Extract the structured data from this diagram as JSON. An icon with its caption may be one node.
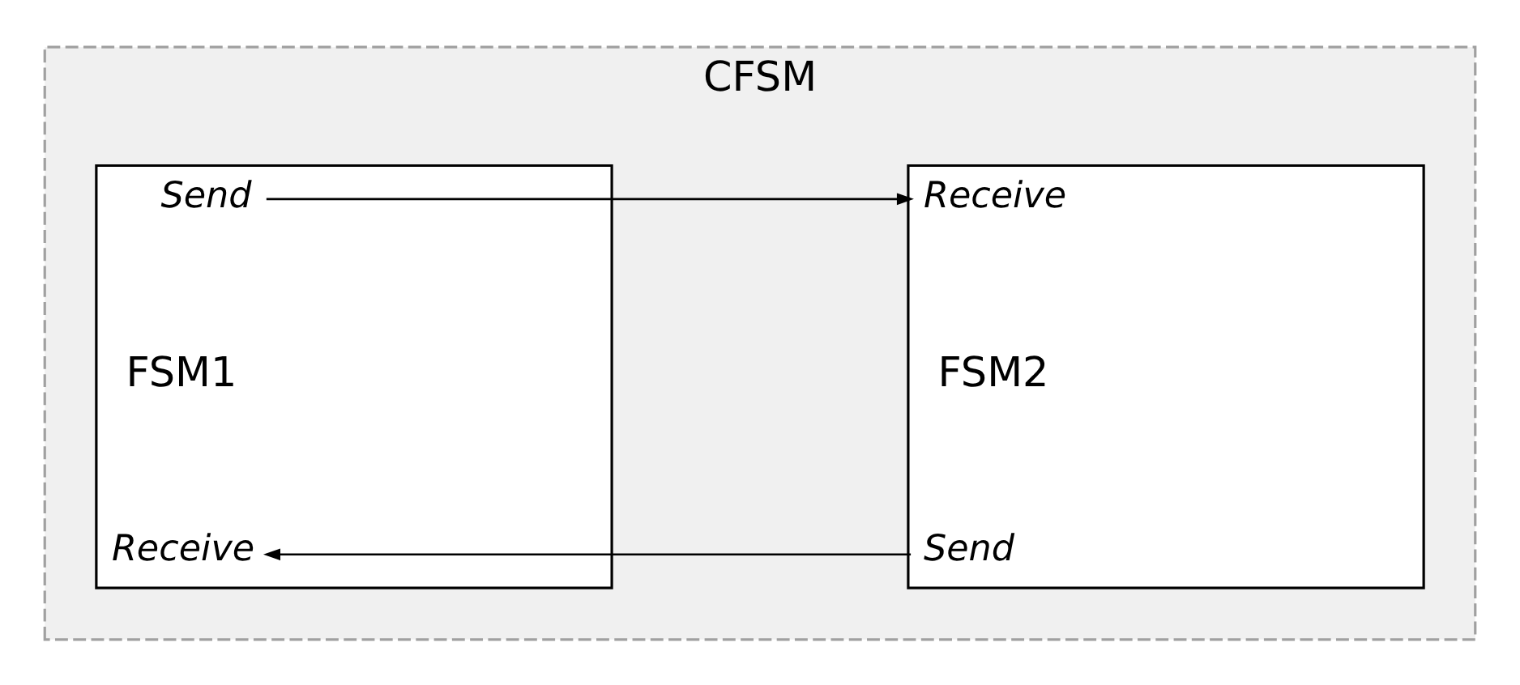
{
  "diagram": {
    "nodes": [
      {
        "text": [
          "CFSM"
        ]
      },
      {
        "text": [
          "Send",
          "FSM1",
          "Receive"
        ],
        "in": 0
      },
      {
        "text": [
          "Receive",
          "FSM2",
          "Send"
        ],
        "in": 0
      }
    ],
    "edges": [
      {
        "from": 1,
        "to": 2,
        "arrow": "to"
      },
      {
        "from": 2,
        "to": 1,
        "arrow": "to"
      }
    ]
  }
}
